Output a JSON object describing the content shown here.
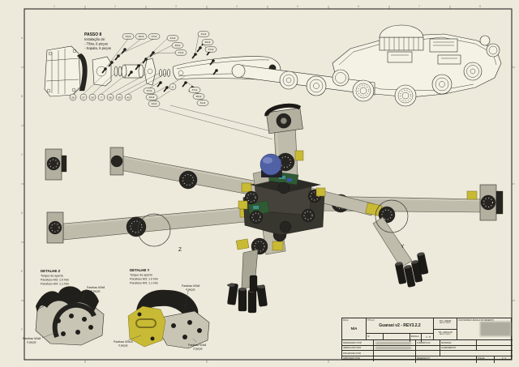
{
  "sheet": {
    "background": "#edeadb",
    "frame_color": "#2b2a26"
  },
  "grid": {
    "top": [
      "1",
      "2",
      "3",
      "4",
      "5",
      "6",
      "7",
      "8"
    ],
    "side": [
      "A",
      "B",
      "C",
      "D",
      "E",
      "F"
    ]
  },
  "passo8": {
    "title": "PASSO 8",
    "lines": [
      "Instalação de:",
      "- Tíbia, 6 peças",
      "- Sapata, 6 peças"
    ]
  },
  "exploded": {
    "balloons_a": [
      "31x2",
      "40x2",
      "37x2"
    ],
    "balloons_b": [
      "31x2",
      "40x2",
      "37x2"
    ],
    "balloons_c": [
      "31x2",
      "40x2",
      "37x2"
    ],
    "balloons_d": [
      "37x2",
      "40x2",
      "31x2"
    ],
    "balloons_e": [
      "37x2",
      "40x2",
      "31x2"
    ],
    "balloons_circles": [
      "26",
      "27",
      "20",
      "7",
      "36",
      "39",
      "43"
    ],
    "tibia_ref": "8"
  },
  "main_view": {
    "z_label": "Z",
    "y_label": "Y"
  },
  "detalhe_z": {
    "title": "DETALHE Z",
    "lines": [
      "Torque de aperto",
      "Parafuso M3: 1.0 Nm",
      "Parafuso M4: 1.1 Nm"
    ],
    "callouts": [
      {
        "label": "Parafuso M3x8",
        "qty": "6 peças"
      },
      {
        "label": "Parafuso M4x8",
        "qty": "3 peças"
      }
    ]
  },
  "detalhe_y": {
    "title": "DETALHE Y",
    "lines": [
      "Torque de aperto",
      "Parafuso M3: 1.0 Nm",
      "Parafuso M4: 1.1 Nm"
    ],
    "callouts": [
      {
        "label": "Parafuso M3x8",
        "qty": "4 peças"
      },
      {
        "label": "Parafuso M3x20",
        "qty": "3 peças"
      },
      {
        "label": "Parafuso M4x8",
        "qty": "3 peças"
      }
    ]
  },
  "title_block": {
    "item_label": "PEÇA",
    "item_value": "N/A",
    "title_label": "TÍTULO",
    "title_value": "Guarasi v2 - REV3.2.2",
    "num_label": "Nº",
    "scale_label": "ESCALA",
    "scale_value": "1 : 8",
    "tol_linear_1": "TOL. LINEAR",
    "tol_linear_2": "SALVO INDIC.",
    "tol_angular_1": "TOL. ANGULAR",
    "tol_angular_2": "SALVO INDIC.",
    "note": "NÃO MUDAR A ESCALA DO DESENHO",
    "row_labels": [
      "DESENHADO POR",
      "VERIFICADO POR",
      "PROJETADO POR",
      "APROVADO POR"
    ],
    "format_label": "FORMATO A3",
    "material_label": "MATERIAL:",
    "finish_label": "ACABAMENTO:",
    "drawing_no_label": "DESENHO Nº",
    "sheet_label": "FOLHA",
    "sheet_value": "1 / 1"
  },
  "colors": {
    "leg_grey": "#bfbcab",
    "joint_dark": "#262521",
    "accent_yellow": "#c9ba35",
    "dome_blue": "#5061a6",
    "pcb_green": "#2f5a33",
    "foot_black": "#1b1a17"
  }
}
